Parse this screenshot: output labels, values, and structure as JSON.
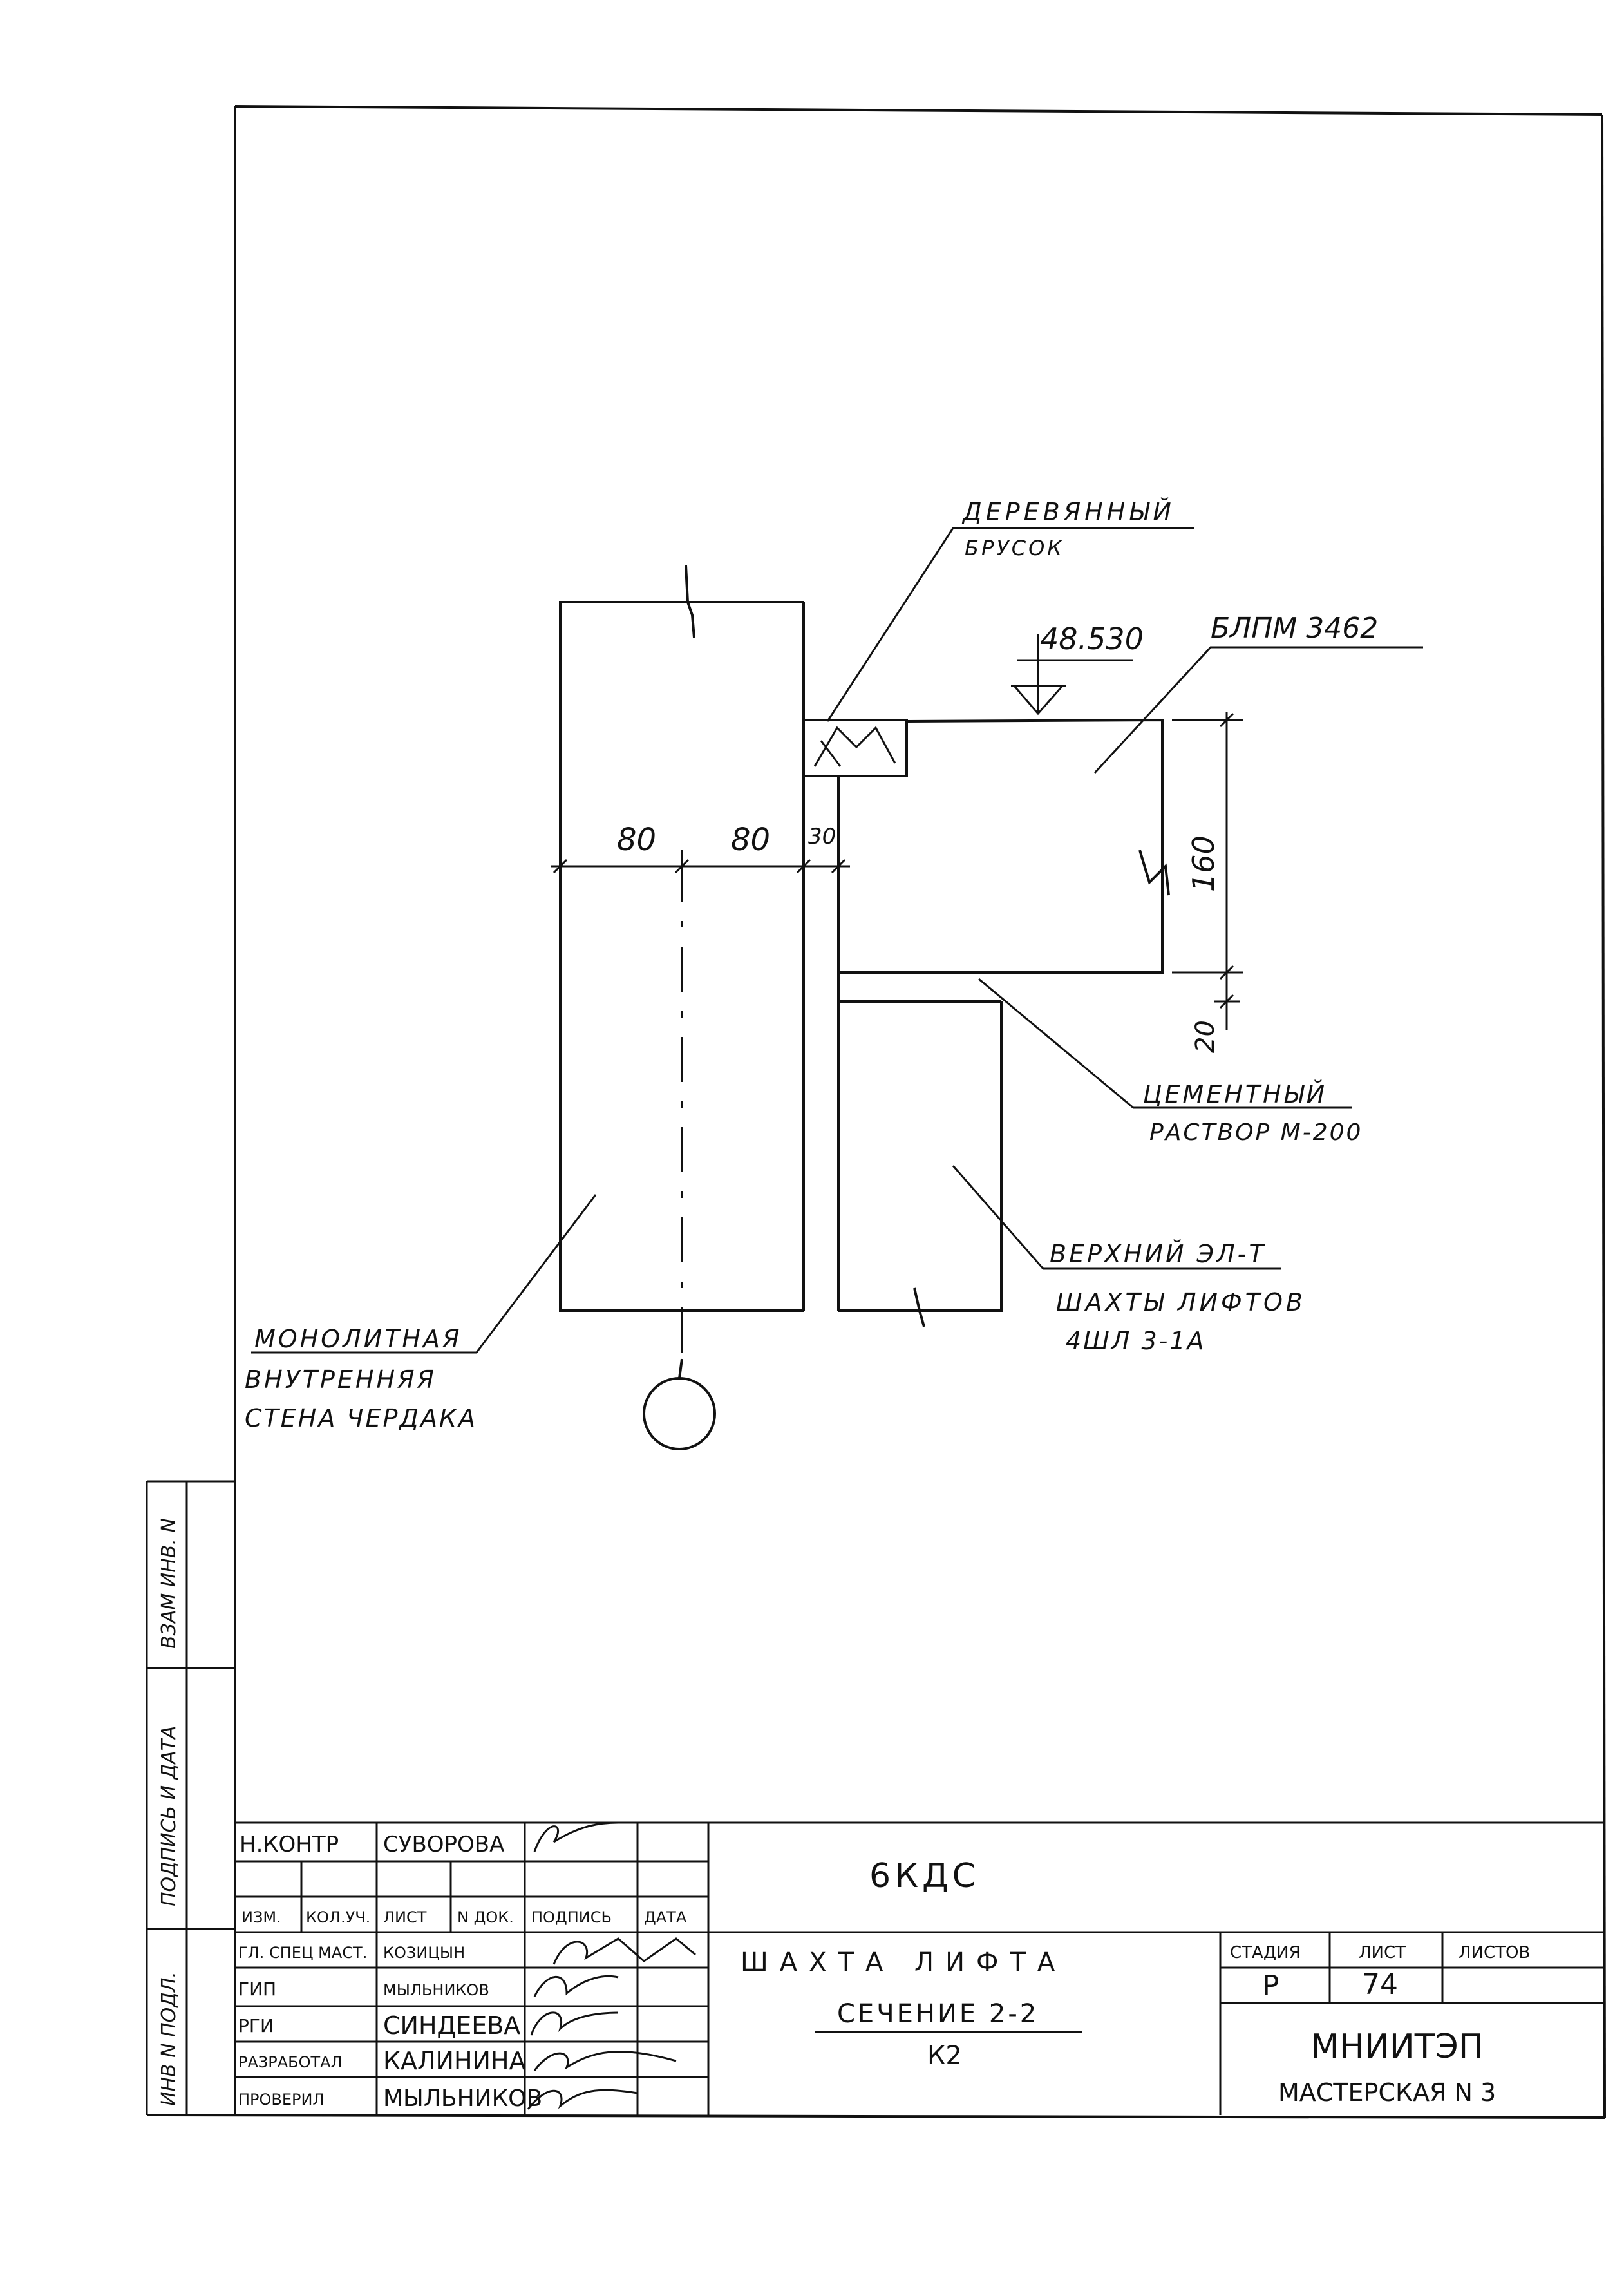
{
  "labels": {
    "wood_block_1": "ДЕРЕВЯННЫЙ",
    "wood_block_2": "БРУСОК",
    "level_mark": "48.530",
    "slab_mark": "БЛПМ 3462",
    "dim_80_left": "80",
    "dim_80_right": "80",
    "dim_30": "30",
    "dim_160": "160",
    "dim_20": "20",
    "cement_1": "ЦЕМЕНТНЫЙ",
    "cement_2": "РАСТВОР М-200",
    "upper_1": "ВЕРХНИЙ ЭЛ-Т",
    "upper_2": "ШАХТЫ ЛИФТОВ",
    "upper_3": "4ШЛ 3-1А",
    "wall_1": "МОНОЛИТНАЯ",
    "wall_2": "ВНУТРЕННЯЯ",
    "wall_3": "СТЕНА ЧЕРДАКА"
  },
  "side_stamp": {
    "inv_sub": "ИНВ N ПОДЛ.",
    "sign_date": "ПОДПИСЬ И ДАТА",
    "vzam": "ВЗАМ ИНВ. N"
  },
  "title_block": {
    "code": "6КДС",
    "title": "ШАХТА ЛИФТА",
    "section": "СЕЧЕНИЕ 2-2",
    "sheet_code": "К2",
    "stage_header": "СТАДИЯ",
    "sheet_header": "ЛИСТ",
    "sheets_header": "ЛИСТОВ",
    "stage": "Р",
    "sheet_no": "74",
    "sheets_total": "",
    "org": "МНИИТЭП",
    "workshop": "МАСТЕРСКАЯ N 3",
    "col_headers": [
      "ИЗМ.",
      "КОЛ.УЧ.",
      "ЛИСТ",
      "N ДОК.",
      "ПОДПИСЬ",
      "ДАТА"
    ],
    "top_row": {
      "role": "Н.КОНТР",
      "name": "СУВОРОВА"
    },
    "rows": [
      {
        "role": "ГЛ. СПЕЦ МАСТ.",
        "name": "КОЗИЦЫН"
      },
      {
        "role": "ГИП",
        "name": "МЫЛЬНИКОВ"
      },
      {
        "role": "РГИ",
        "name": "СИНДЕЕВА"
      },
      {
        "role": "РАЗРАБОТАЛ",
        "name": "КАЛИНИНА"
      },
      {
        "role": "ПРОВЕРИЛ",
        "name": "МЫЛЬНИКОВ"
      }
    ]
  }
}
